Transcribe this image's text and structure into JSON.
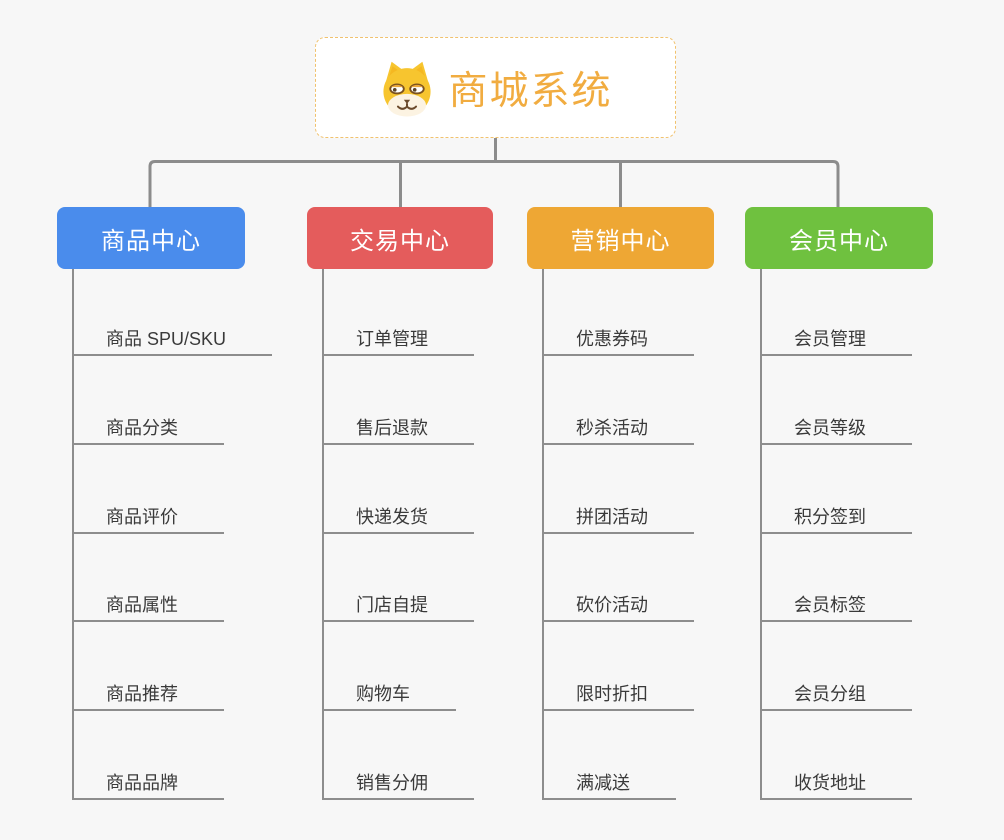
{
  "root": {
    "title": "商城系统",
    "icon": "dog-face-icon"
  },
  "branches": [
    {
      "label": "商品中心",
      "color": "#4a8cec",
      "items": [
        "商品 SPU/SKU",
        "商品分类",
        "商品评价",
        "商品属性",
        "商品推荐",
        "商品品牌"
      ]
    },
    {
      "label": "交易中心",
      "color": "#e45c5c",
      "items": [
        "订单管理",
        "售后退款",
        "快递发货",
        "门店自提",
        "购物车",
        "销售分佣"
      ]
    },
    {
      "label": "营销中心",
      "color": "#eea734",
      "items": [
        "优惠券码",
        "秒杀活动",
        "拼团活动",
        "砍价活动",
        "限时折扣",
        "满减送"
      ]
    },
    {
      "label": "会员中心",
      "color": "#6fc13f",
      "items": [
        "会员管理",
        "会员等级",
        "积分签到",
        "会员标签",
        "会员分组",
        "收货地址"
      ]
    }
  ],
  "colors": {
    "background": "#f7f7f7",
    "connector": "#8c8c8c",
    "underline": "#8d8d8d",
    "item_text": "#3a3a3a",
    "root_border": "#f1c26e",
    "root_title": "#f1ac40",
    "node_text": "#ffffff"
  }
}
